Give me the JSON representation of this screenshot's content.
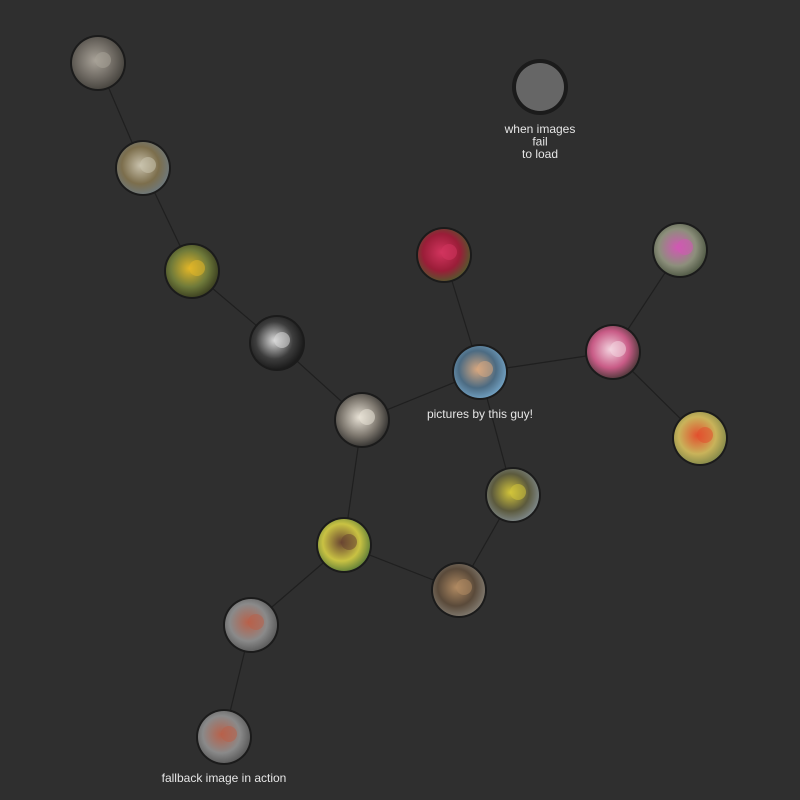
{
  "graph": {
    "background": "#2f2f2f",
    "edge_color": "#1f1f1f",
    "nodes": [
      {
        "id": "statue",
        "image": "stone-statue-photo",
        "colors": [
          "#3a3833",
          "#a8a298",
          "#6d6861"
        ]
      },
      {
        "id": "cactus",
        "image": "cactus-spines-photo",
        "colors": [
          "#6a7c8c",
          "#c9c2ad",
          "#7c6e4c"
        ]
      },
      {
        "id": "bird",
        "image": "yellow-bird-photo",
        "colors": [
          "#2a2c18",
          "#e2b628",
          "#6f7a3a"
        ]
      },
      {
        "id": "butterfly",
        "image": "butterfly-silhouette-photo",
        "colors": [
          "#0d0d0d",
          "#d9d9d9",
          "#3d3d3d"
        ]
      },
      {
        "id": "cat",
        "image": "white-cat-photo",
        "colors": [
          "#1c1c1c",
          "#e8e2d6",
          "#7d776e"
        ]
      },
      {
        "id": "guy",
        "image": "portrait-smiling-man-photo",
        "colors": [
          "#7fb4d9",
          "#d7a77f",
          "#4c6b82"
        ]
      },
      {
        "id": "berries",
        "image": "red-berries-photo",
        "colors": [
          "#3d6b2a",
          "#d2345e",
          "#9a1d38"
        ]
      },
      {
        "id": "orchid",
        "image": "pink-orchid-photo",
        "colors": [
          "#3b4632",
          "#d258b4",
          "#8c8f7b"
        ]
      },
      {
        "id": "flower",
        "image": "white-pink-flower-photo",
        "colors": [
          "#2b2e24",
          "#f3d3df",
          "#c85b86"
        ]
      },
      {
        "id": "redflower",
        "image": "red-flower-bud-photo",
        "colors": [
          "#6e7c45",
          "#e2502e",
          "#c9b35a"
        ]
      },
      {
        "id": "beetle",
        "image": "yellow-beetle-photo",
        "colors": [
          "#8a97a3",
          "#d2c43a",
          "#5c5a3d"
        ]
      },
      {
        "id": "person",
        "image": "young-person-portrait-photo",
        "colors": [
          "#3f6a35",
          "#6a4532",
          "#c9c243"
        ]
      },
      {
        "id": "dog",
        "image": "puppy-photo",
        "colors": [
          "#8d8980",
          "#b08a62",
          "#5a4a3a"
        ]
      },
      {
        "id": "fallback1",
        "image": "fallback-clay-sculpture-photo",
        "colors": [
          "#4a4a4a",
          "#b8614a",
          "#8a8a8a"
        ]
      },
      {
        "id": "fallback2",
        "image": "fallback-clay-sculpture-photo",
        "colors": [
          "#4a4a4a",
          "#b8614a",
          "#8a8a8a"
        ]
      },
      {
        "id": "noimage",
        "image": "none",
        "colors": [
          "#666666",
          "#666666",
          "#666666"
        ],
        "label": [
          "when images",
          "fail",
          "to load"
        ]
      }
    ],
    "edges": [
      [
        "statue",
        "cactus"
      ],
      [
        "cactus",
        "bird"
      ],
      [
        "bird",
        "butterfly"
      ],
      [
        "butterfly",
        "cat"
      ],
      [
        "cat",
        "guy"
      ],
      [
        "cat",
        "person"
      ],
      [
        "guy",
        "berries"
      ],
      [
        "guy",
        "flower"
      ],
      [
        "guy",
        "beetle"
      ],
      [
        "flower",
        "orchid"
      ],
      [
        "flower",
        "redflower"
      ],
      [
        "beetle",
        "dog"
      ],
      [
        "person",
        "dog"
      ],
      [
        "person",
        "fallback1"
      ],
      [
        "fallback1",
        "fallback2"
      ]
    ],
    "labels": {
      "guy": [
        "pictures by this guy!"
      ],
      "fallback2": [
        "fallback image in action"
      ]
    }
  }
}
